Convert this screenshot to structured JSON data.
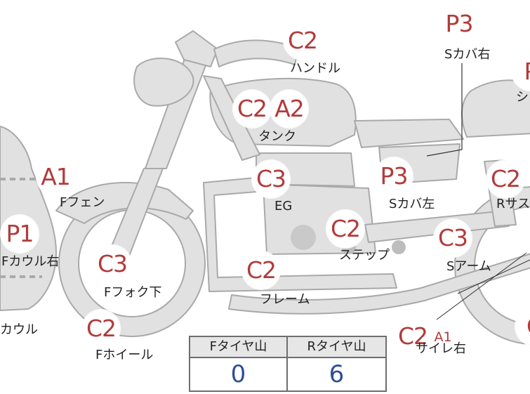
{
  "parts": {
    "handle": {
      "label": "ハンドル",
      "grades": [
        "C2"
      ]
    },
    "s_cover_r": {
      "label": "Sカバ右",
      "grades": [
        "P3"
      ]
    },
    "seat_partial": {
      "label": "シ",
      "grades": [
        "P"
      ]
    },
    "tank": {
      "label": "タンク",
      "grades": [
        "C2",
        "A2"
      ]
    },
    "f_fender": {
      "label": "Fフェン",
      "grades": [
        "A1"
      ]
    },
    "engine": {
      "label": "EG",
      "grades": [
        "C3"
      ]
    },
    "s_cover_l": {
      "label": "Sカバ左",
      "grades": [
        "P3"
      ]
    },
    "r_sus": {
      "label": "Rサス",
      "grades": [
        "C2"
      ]
    },
    "f_cowl_r": {
      "label": "Fカウル右",
      "grades": [
        "P1"
      ]
    },
    "step": {
      "label": "ステップ",
      "grades": [
        "C2"
      ]
    },
    "f_fork_lower": {
      "label": "Fフォク下",
      "grades": [
        "C3"
      ]
    },
    "frame": {
      "label": "フレーム",
      "grades": [
        "C2"
      ]
    },
    "s_arm": {
      "label": "Sアーム",
      "grades": [
        "C3"
      ]
    },
    "cowl": {
      "label": "カウル",
      "grades": []
    },
    "f_wheel": {
      "label": "Fホイール",
      "grades": [
        "C2"
      ]
    },
    "silencer_r": {
      "label": "サイレ右",
      "grades": [
        "C2",
        "A1"
      ]
    },
    "r_wheel": {
      "label": "",
      "grades": [
        "C"
      ]
    }
  },
  "tire_tread": {
    "front_header": "Fタイヤ山",
    "rear_header": "Rタイヤ山",
    "front_value": "0",
    "rear_value": "6"
  },
  "colors": {
    "grade_text": "#b23b3b",
    "value_text": "#2f4d9a",
    "bike_fill": "#e1e1e1",
    "bike_stroke": "#a9a9a9"
  }
}
